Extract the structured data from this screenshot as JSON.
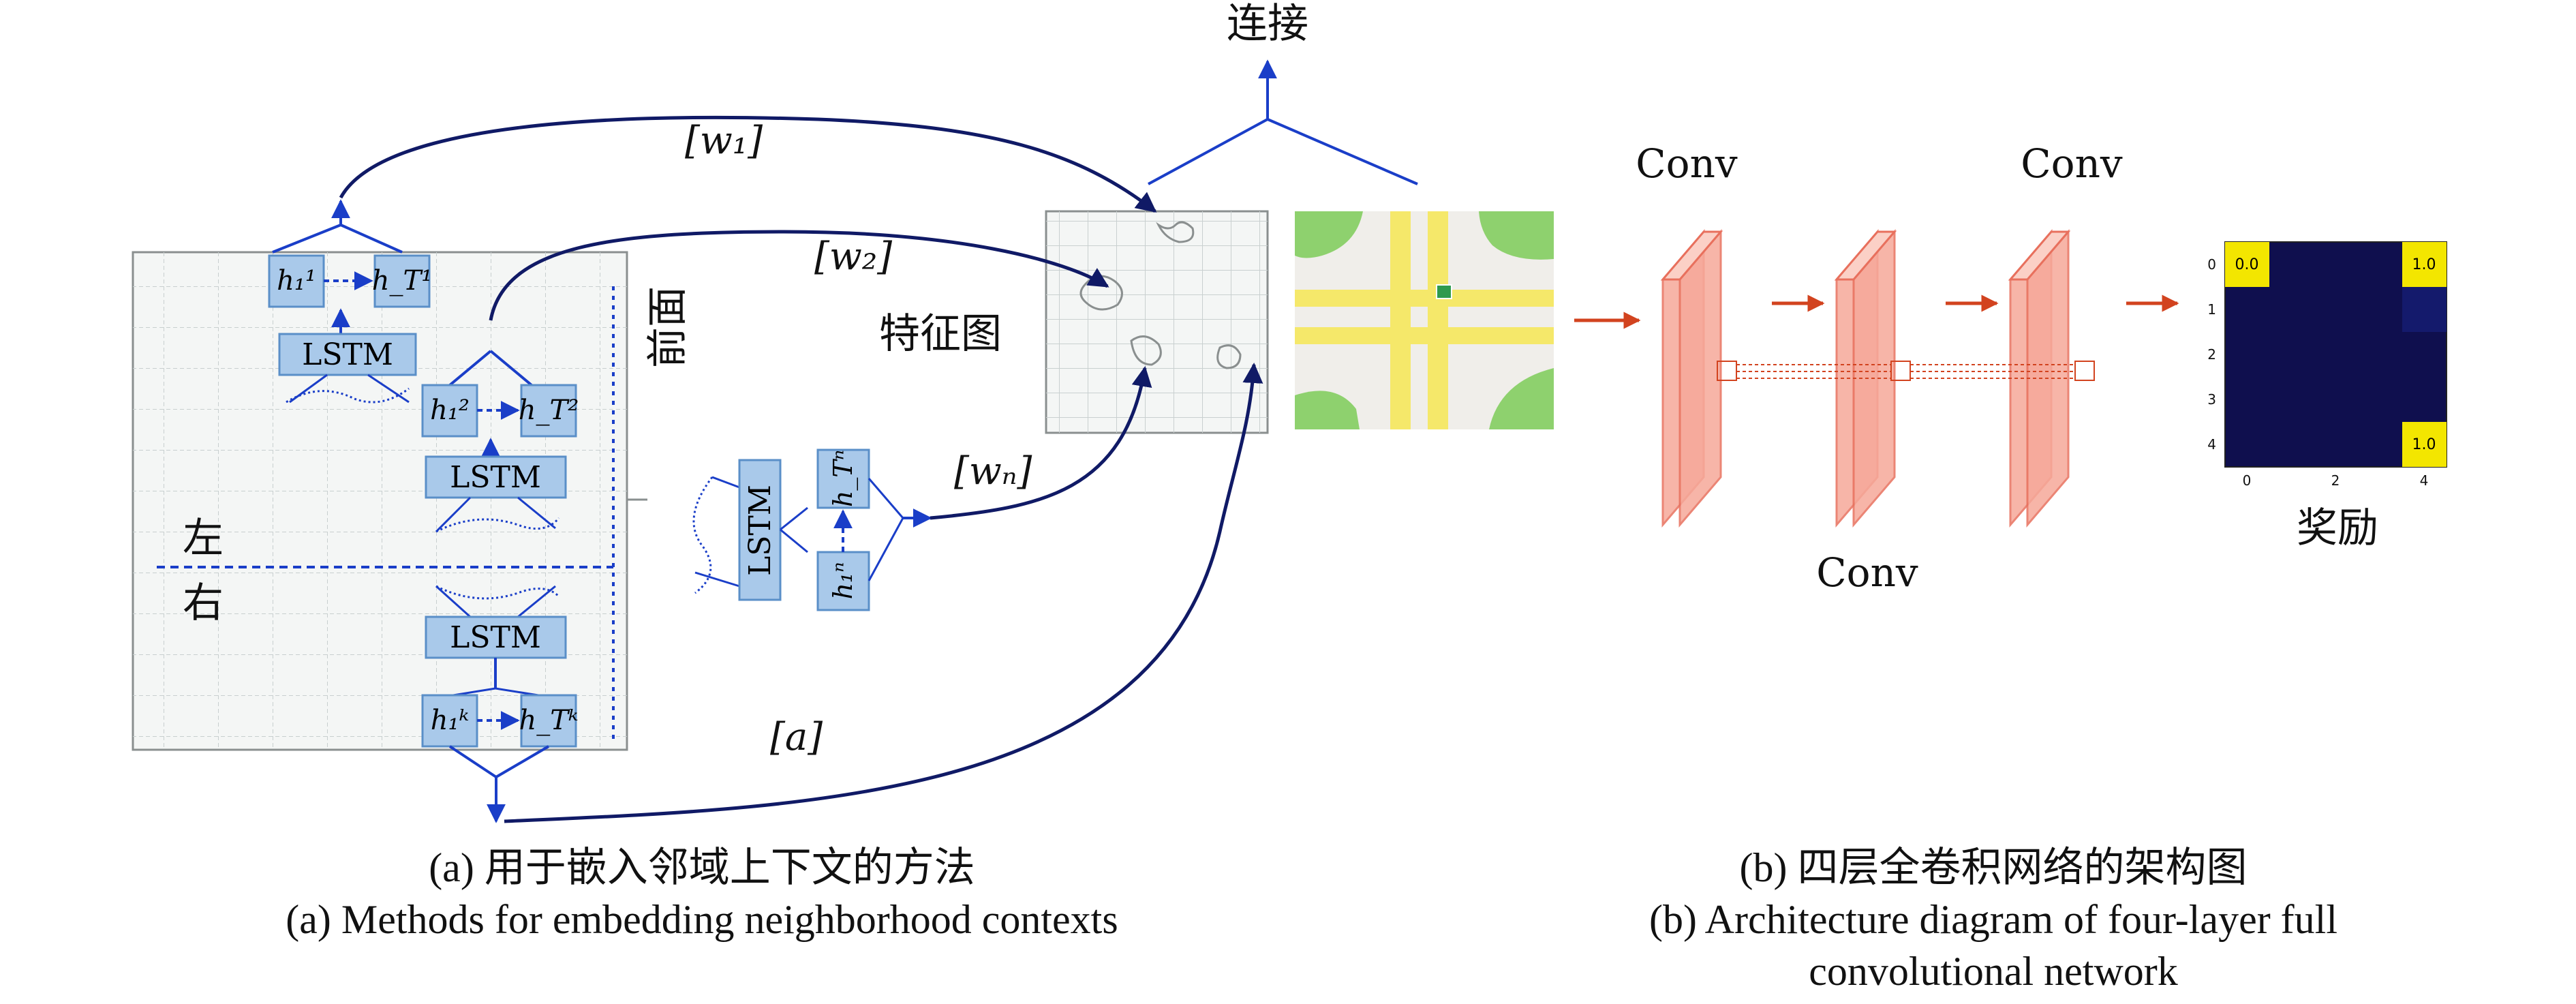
{
  "panel_a": {
    "labels": {
      "front": "前面",
      "left": "左",
      "right": "右",
      "feature_map": "特征图",
      "concat": "连接",
      "w1": "[w₁]",
      "w2": "[w₂]",
      "wn": "[wₙ]",
      "a": "[a]"
    },
    "lstm_label": "LSTM",
    "h_nodes": {
      "h1_1": "h₁¹",
      "hT_1": "h_T¹",
      "h1_2": "h₁²",
      "hT_2": "h_T²",
      "h1_k": "h₁ᵏ",
      "hT_k": "h_Tᵏ",
      "h1_n": "h₁ⁿ",
      "hT_n": "h_Tⁿ"
    },
    "caption_cn": "(a) 用于嵌入邻域上下文的方法",
    "caption_en": "(a) Methods for embedding neighborhood contexts"
  },
  "panel_b": {
    "conv_label": "Conv",
    "reward_label": "奖励",
    "heatmap": {
      "row_ticks": [
        "0",
        "1",
        "2",
        "3",
        "4"
      ],
      "col_ticks": [
        "0",
        "2",
        "4"
      ],
      "annotations": [
        "0.0",
        "1.0",
        "1.0"
      ]
    },
    "caption_cn": "(b) 四层全卷积网络的架构图",
    "caption_en_line1": "(b) Architecture diagram of four-layer full",
    "caption_en_line2": "convolutional network"
  },
  "colors": {
    "blue_line": "#1a3ec8",
    "navy_arrow": "#101a66",
    "box_fill": "#a9c9ea",
    "box_stroke": "#5a8fc8",
    "conv_fill": "#f6a99a",
    "conv_stroke": "#e8705d",
    "red_arrow": "#d2431f",
    "heat_dark": "#0f0f4e",
    "heat_yellow": "#f3e600"
  }
}
